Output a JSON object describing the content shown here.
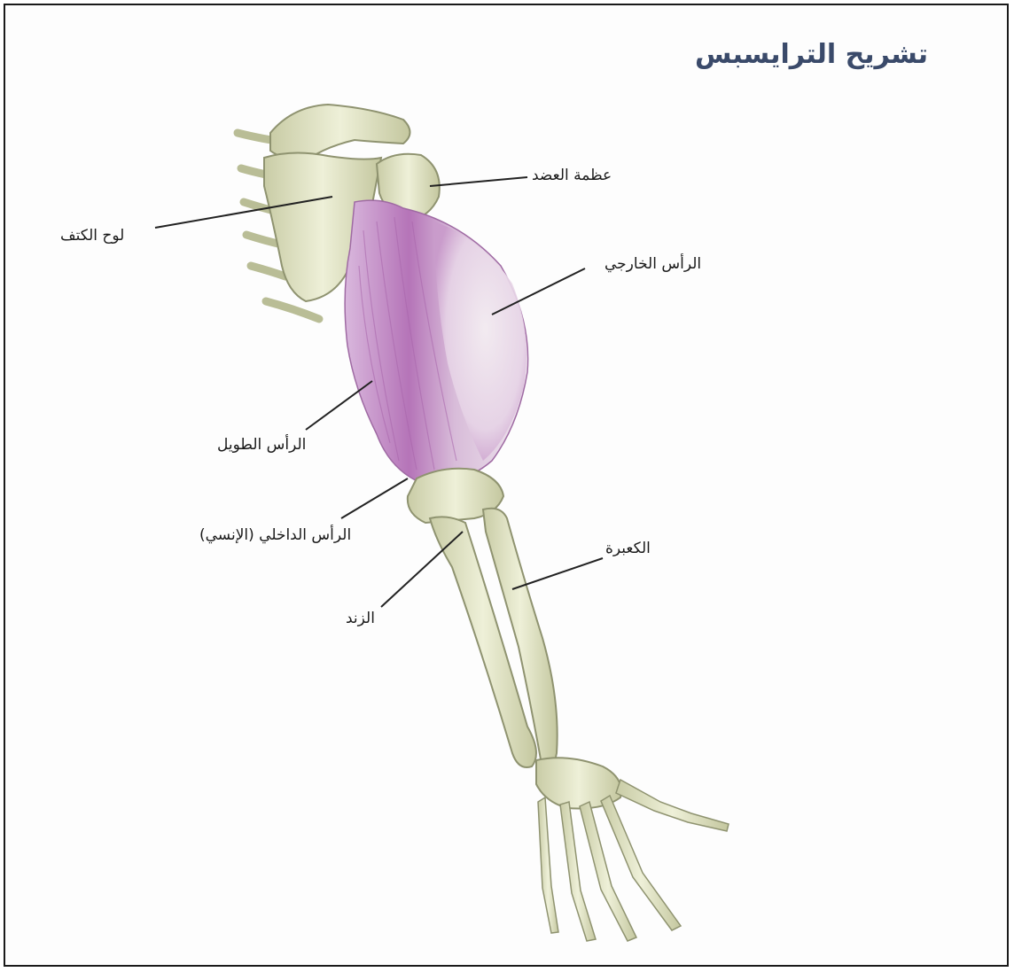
{
  "title": "تشريح الترايسبس",
  "labels": {
    "humerus": "عظمة العضد",
    "scapula": "لوح الكتف",
    "lateral_head": "الرأس الخارجي",
    "long_head": "الرأس الطويل",
    "medial_head": "الرأس الداخلي (الإنسي)",
    "radius": "الكعبرة",
    "ulna": "الزند"
  },
  "colors": {
    "bone": "#e4e6c8",
    "bone_shade": "#b9bd96",
    "muscle": "#b87ab8",
    "muscle_light": "#e6d6e8",
    "title": "#3a4a6a",
    "leader": "#222222"
  }
}
